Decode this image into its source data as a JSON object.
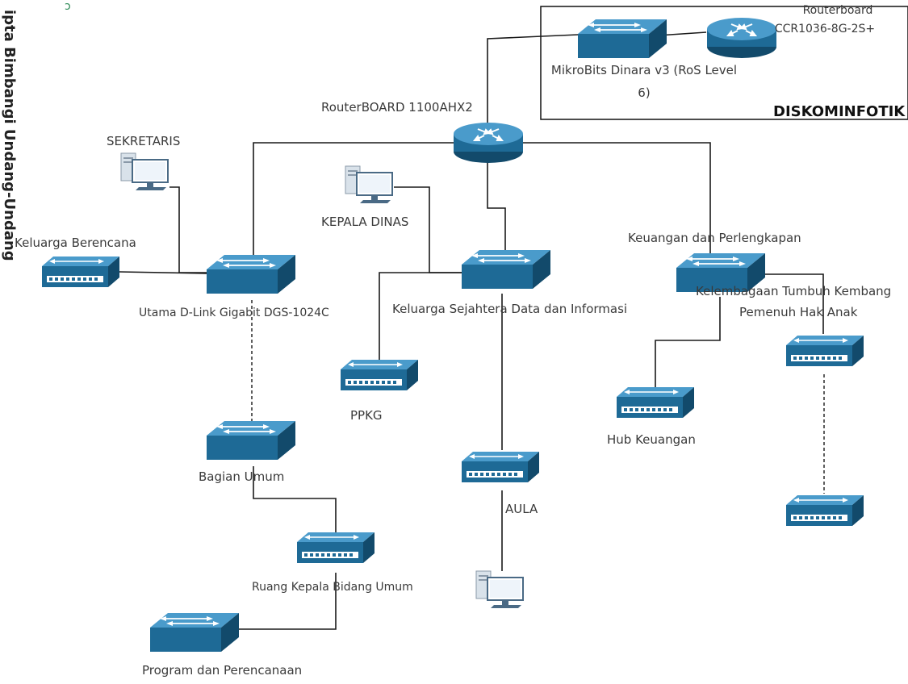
{
  "diskominfotik_label": "DISKOMINFOTIK",
  "side_watermark": "ipta Bimbangi Undang-Undang",
  "nodes": {
    "routerboard_ccr": {
      "line1": "Routerboard",
      "line2": "CCR1036-8G-2S+"
    },
    "mikrobits": {
      "line1": "MikroBits Dinara v3 (RoS Level",
      "line2": "6)"
    },
    "routerboard_1100": "RouterBOARD 1100AHX2",
    "sekretaris": "SEKRETARIS",
    "kepala_dinas": "KEPALA DINAS",
    "keluarga_berencana": "Keluarga Berencana",
    "utama_dlink": "Utama D-Link Gigabit DGS-1024C",
    "keluarga_sejahtera": "Keluarga Sejahtera Data dan Informasi",
    "keuangan": "Keuangan dan Perlengkapan",
    "kelembagaan": {
      "line1": "Kelembagaan Tumbuh Kembang",
      "line2": "Pemenuh Hak Anak"
    },
    "ppkg": "PPKG",
    "hub_keuangan": "Hub Keuangan",
    "bagian_umum": "Bagian Umum",
    "aula": "AULA",
    "ruang_kepala": "Ruang Kepala Bidang Umum",
    "program": "Program dan Perencanaan"
  },
  "colors": {
    "device": "#1e6a96",
    "device_light": "#3f8fbf",
    "device_dark": "#124a6b",
    "pc": "#e8eef4"
  }
}
